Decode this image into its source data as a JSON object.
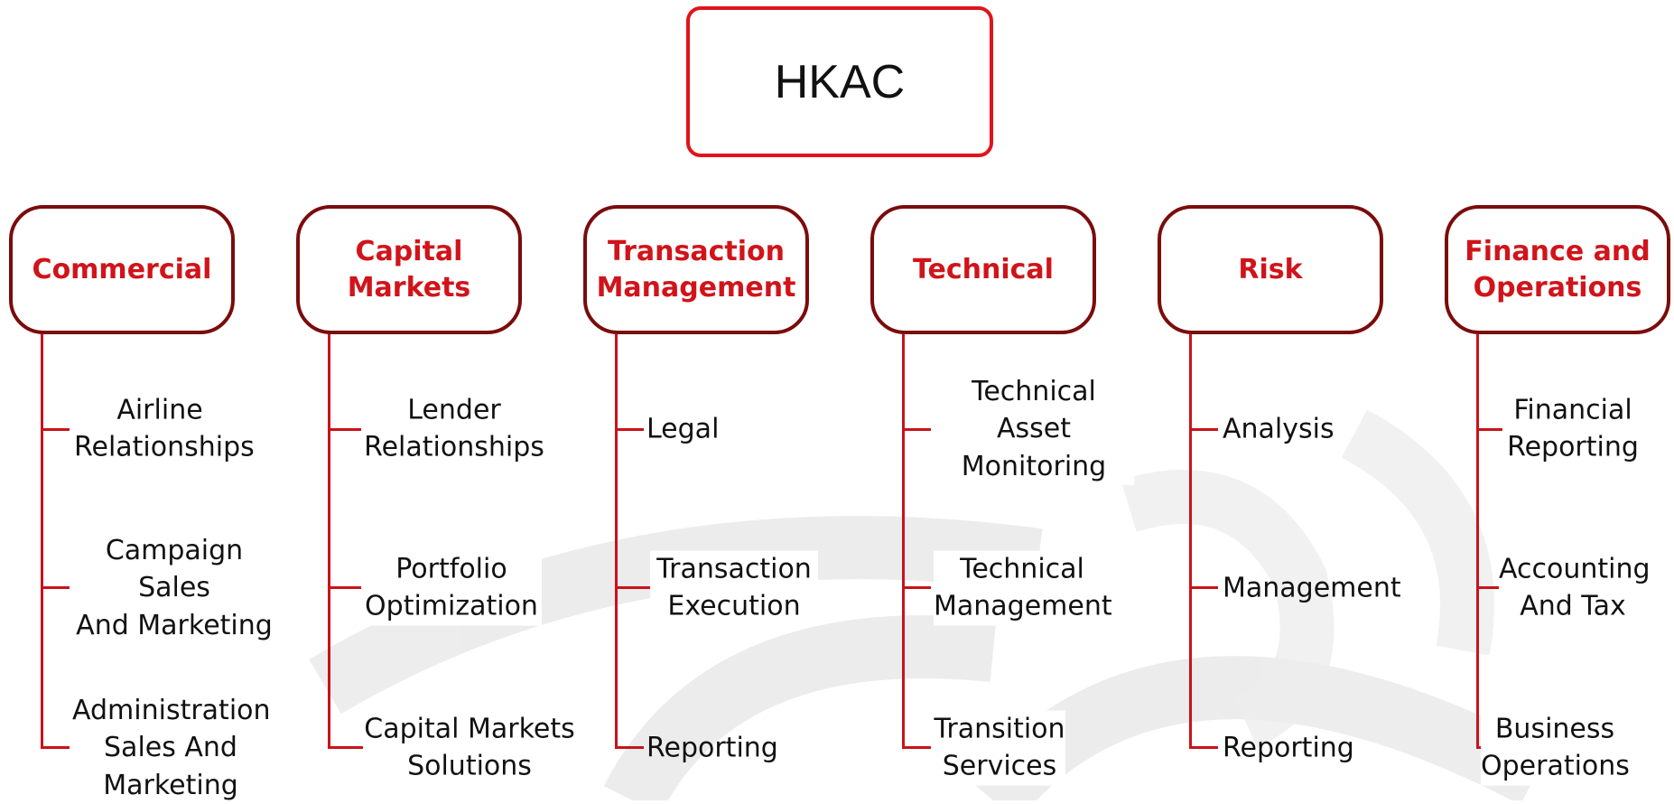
{
  "root": {
    "label": "HKAC"
  },
  "departments": [
    {
      "label": "Commercial",
      "items": [
        "Airline\nRelationships",
        "Campaign Sales\nAnd Marketing",
        "Administration\nSales And\nMarketing"
      ]
    },
    {
      "label": "Capital\nMarkets",
      "items": [
        "Lender\nRelationships",
        "Portfolio\nOptimization",
        "Capital Markets\nSolutions"
      ]
    },
    {
      "label": "Transaction\nManagement",
      "items": [
        "Legal",
        "Transaction\nExecution",
        "Reporting"
      ]
    },
    {
      "label": "Technical",
      "items": [
        "Technical Asset\nMonitoring",
        "Technical\nManagement",
        "Transition\nServices"
      ]
    },
    {
      "label": "Risk",
      "items": [
        "Analysis",
        "Management",
        "Reporting"
      ]
    },
    {
      "label": "Finance and\nOperations",
      "items": [
        "Financial\nReporting",
        "Accounting\nAnd Tax",
        "Business\nOperations"
      ]
    }
  ],
  "colors": {
    "accent": "#e0141b",
    "dept_border": "#7b0c0c",
    "dept_text": "#d0141a",
    "line": "#c8141a"
  }
}
